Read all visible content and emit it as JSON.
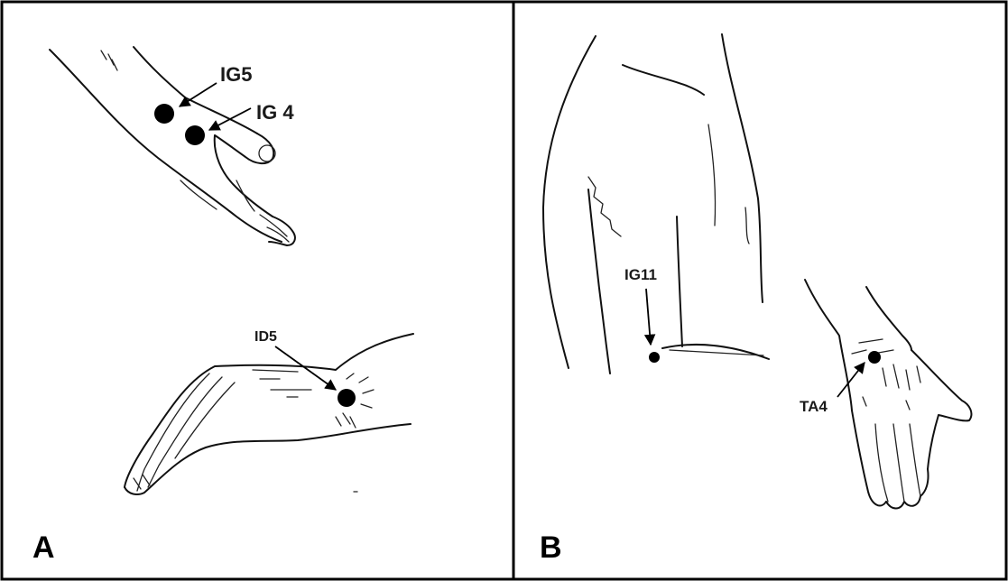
{
  "panels": [
    {
      "label": "A",
      "points": [
        {
          "label": "IG5"
        },
        {
          "label": "IG 4"
        },
        {
          "label": "ID5"
        }
      ]
    },
    {
      "label": "B",
      "points": [
        {
          "label": "IG11"
        },
        {
          "label": "TA4"
        }
      ]
    }
  ],
  "colors": {
    "ink": "#000000",
    "background": "#ffffff"
  }
}
